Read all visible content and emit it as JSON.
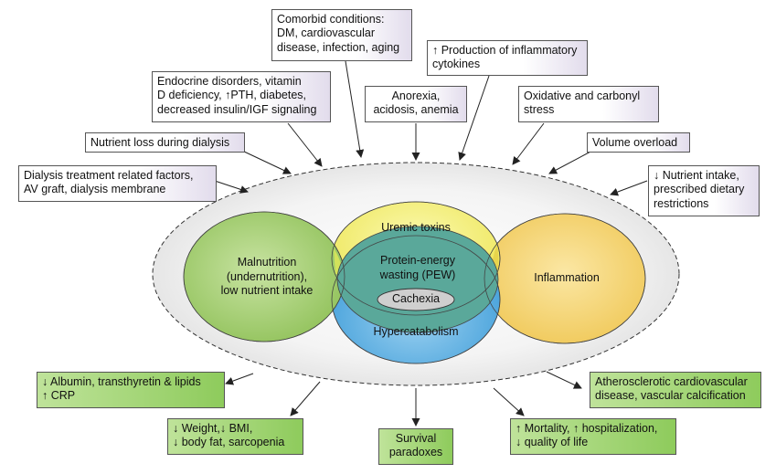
{
  "causes": {
    "comorbid": [
      "Comorbid conditions:",
      "DM, cardiovascular",
      "disease, infection, aging"
    ],
    "cytokines": [
      "↑ Production of inflammatory",
      "cytokines"
    ],
    "endocrine": [
      "Endocrine disorders, vitamin",
      "D deficiency,  ↑PTH, diabetes,",
      "decreased insulin/IGF signaling"
    ],
    "anorexia": [
      "Anorexia,",
      "acidosis, anemia"
    ],
    "oxidative": [
      "Oxidative and carbonyl",
      "stress"
    ],
    "nutrient_loss": [
      "Nutrient loss during dialysis"
    ],
    "volume": [
      "Volume overload"
    ],
    "dialysis": [
      "Dialysis treatment related factors,",
      "AV graft, dialysis membrane"
    ],
    "nutrient_intake": [
      "↓ Nutrient intake,",
      "prescribed dietary",
      "restrictions"
    ]
  },
  "circles": {
    "malnutrition": [
      "Malnutrition",
      "(undernutrition),",
      "low nutrient intake"
    ],
    "uremic": [
      "Uremic toxins"
    ],
    "inflammation": [
      "Inflammation"
    ],
    "hypercatabolism": [
      "Hypercatabolism"
    ],
    "pew": [
      "Protein-energy",
      "wasting (PEW)"
    ],
    "cachexia": [
      "Cachexia"
    ]
  },
  "effects": {
    "albumin": [
      "↓ Albumin, transthyretin & lipids",
      "↑ CRP"
    ],
    "weight": [
      "↓ Weight,↓ BMI,",
      "↓ body fat, sarcopenia"
    ],
    "survival": [
      "Survival",
      "paradoxes"
    ],
    "mortality": [
      "↑ Mortality, ↑ hospitalization,",
      "↓ quality of life"
    ],
    "athero": [
      "Atherosclerotic cardiovascular",
      "disease, vascular calcification"
    ]
  },
  "colors": {
    "malnutrition": "#a9d07a",
    "uremic": "#f2ee6a",
    "inflammation": "#f2d36a",
    "hypercatabolism": "#5fb0e0",
    "pew": "#5aa89a",
    "cachexia": "#cccccc",
    "halo": "#f2f2f2"
  }
}
